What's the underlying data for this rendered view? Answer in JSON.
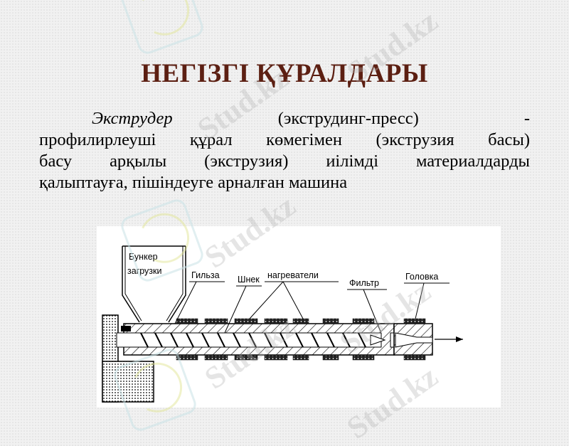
{
  "slide": {
    "title": "НЕГІЗГІ ҚҰРАЛДАРЫ",
    "title_color": "#5c1f12",
    "paragraph": {
      "term": "Экструдер",
      "line1_mid": "(экструдинг-пресс)",
      "line1_end": "-",
      "line2": "профилирлеуші құрал көмегімен (экструзия басы)",
      "line3": "басу арқылы (экструзия)  иілімді материалдарды",
      "line4": "қалыптауға, пішіндеуге арналған машина"
    }
  },
  "diagram": {
    "labels": {
      "hopper_line1": "Бункер",
      "hopper_line2": "загрузки",
      "sleeve": "Гильза",
      "screw": "Шнек",
      "heaters": "нагреватели",
      "filter": "Фильтр",
      "head": "Головка"
    }
  },
  "watermark": {
    "text": "Stud.kz"
  }
}
